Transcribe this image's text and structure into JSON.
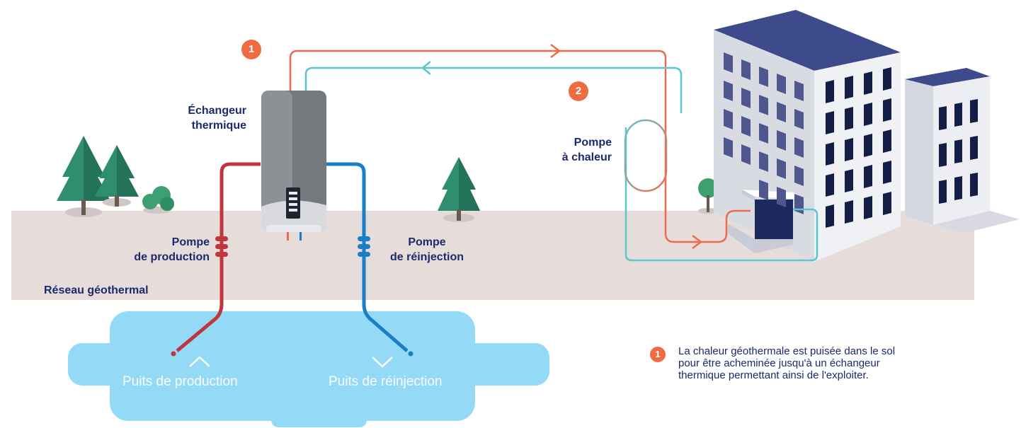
{
  "labels": {
    "exchanger": [
      "Échangeur",
      "thermique"
    ],
    "heat_pump": [
      "Pompe",
      "à chaleur"
    ],
    "production_pump": [
      "Pompe",
      "de production"
    ],
    "reinjection_pump": [
      "Pompe",
      "de réinjection"
    ],
    "network": "Réseau géothermal",
    "production_well": "Puits de production",
    "reinjection_well": "Puits de réinjection"
  },
  "badges": {
    "one": "1",
    "two": "2"
  },
  "legend": {
    "number": "1",
    "text": "La chaleur géothermale est puisée dans le sol pour être acheminée jusqu'à un échangeur thermique permettant ainsi de l'exploiter."
  },
  "colors": {
    "hot_loop": "#ee6c4d",
    "cold_loop": "#5cc6cf",
    "production_pipe": "#c1353e",
    "reinjection_pipe": "#1a7fc7",
    "ground": "#e6dddb",
    "aquifer": "#94daf6",
    "label_text": "#1b2a6b",
    "badge": "#ef6c43",
    "tree": "#2f8e70"
  },
  "icons": [
    "conifer-tree-icon",
    "bush-icon",
    "building-icon",
    "heat-exchanger-icon",
    "up-arrow-icon",
    "down-arrow-icon"
  ]
}
